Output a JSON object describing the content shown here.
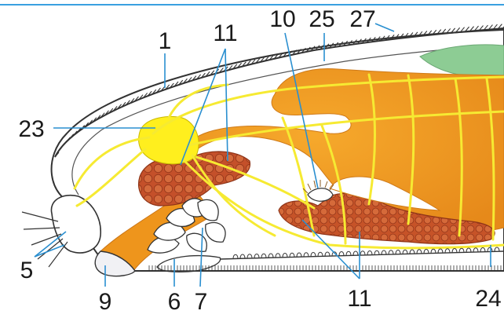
{
  "diagram": {
    "callouts": [
      {
        "id": "1",
        "text": "1"
      },
      {
        "id": "11_top",
        "text": "11"
      },
      {
        "id": "10",
        "text": "10"
      },
      {
        "id": "25",
        "text": "25"
      },
      {
        "id": "27",
        "text": "27"
      },
      {
        "id": "23",
        "text": "23"
      },
      {
        "id": "5",
        "text": "5"
      },
      {
        "id": "9",
        "text": "9"
      },
      {
        "id": "6",
        "text": "6"
      },
      {
        "id": "7",
        "text": "7"
      },
      {
        "id": "11_bottom",
        "text": "11"
      },
      {
        "id": "24",
        "text": "24"
      }
    ],
    "colors": {
      "outline": "#333333",
      "leader": "#2a8fd0",
      "orange": "#f09a1e",
      "orange_dark": "#d97f16",
      "gonad": "#c9552a",
      "gonad_dark": "#9e3a1a",
      "nerve": "#f6ea32",
      "ganglion": "#ffef1e",
      "green": "#8dcc94",
      "frame": "#3aa0e0"
    }
  }
}
